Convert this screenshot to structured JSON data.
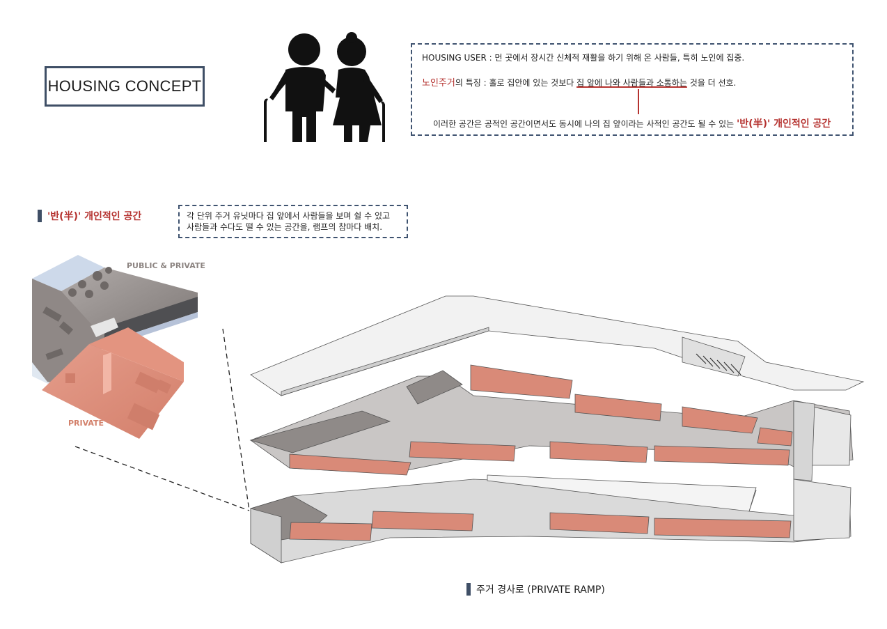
{
  "title": "HOUSING CONCEPT",
  "user_box": {
    "line1": "HOUSING USER : 먼 곳에서 장시간 신체적 재활을 하기 위해 온 사람들, 특히 노인에 집중.",
    "line2_highlight": "노인주거",
    "line2_rest_a": "의 특징 : 홀로 집안에 있는 것보다 ",
    "line2_underlined": "집 앞에 나와 사람들과 소통하는",
    "line2_rest_b": " 것을 더 선호.",
    "line3_rest": "이러한 공간은 공적인 공간이면서도 동시에 나의 집 앞이라는 사적인 공간도 될 수 있는 ",
    "line3_highlight": "'반(半)' 개인적인 공간"
  },
  "semi_private": {
    "heading": "'반(半)' 개인적인 공간",
    "desc_line1": "각 단위 주거 유닛마다 집 앞에서 사람들을 보며 쉴 수 있고",
    "desc_line2": "사람들과 수다도 떨 수 있는 공간을, 램프의 참마다 배치."
  },
  "unit_labels": {
    "public_private": "PUBLIC & PRIVATE",
    "private": "PRIVATE"
  },
  "ramp_caption": "주거 경사로 (PRIVATE RAMP)",
  "icons": [
    "elderly-couple-icon"
  ],
  "colors": {
    "accent_red": "#b5322f",
    "frame_navy": "#3f4f66",
    "salmon_private": "#d98a78",
    "grey_public": "#8f8a88"
  }
}
